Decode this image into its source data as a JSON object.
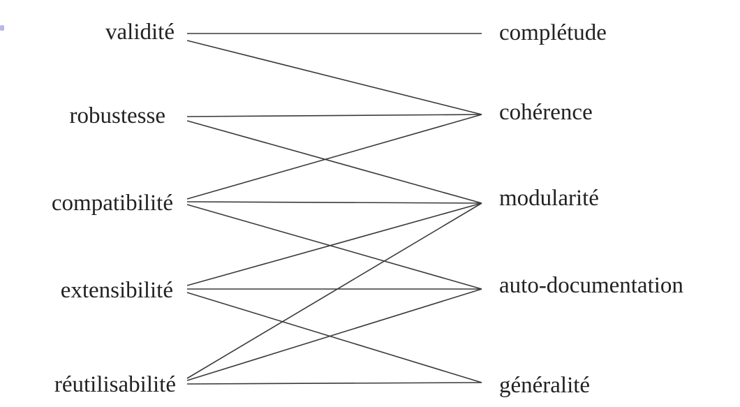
{
  "diagram": {
    "left_nodes": [
      {
        "id": "validite",
        "label": "validité"
      },
      {
        "id": "robustesse",
        "label": "robustesse"
      },
      {
        "id": "compatibilite",
        "label": "compatibilité"
      },
      {
        "id": "extensibilite",
        "label": "extensibilité"
      },
      {
        "id": "reutilisabilite",
        "label": "réutilisabilité"
      }
    ],
    "right_nodes": [
      {
        "id": "completude",
        "label": "complétude"
      },
      {
        "id": "coherence",
        "label": "cohérence"
      },
      {
        "id": "modularite",
        "label": "modularité"
      },
      {
        "id": "autodoc",
        "label": "auto-documentation"
      },
      {
        "id": "generalite",
        "label": "généralité"
      }
    ],
    "edges": [
      {
        "from": "validite",
        "to": "completude"
      },
      {
        "from": "validite",
        "to": "coherence"
      },
      {
        "from": "robustesse",
        "to": "coherence"
      },
      {
        "from": "robustesse",
        "to": "modularite"
      },
      {
        "from": "compatibilite",
        "to": "coherence"
      },
      {
        "from": "compatibilite",
        "to": "modularite"
      },
      {
        "from": "compatibilite",
        "to": "autodoc"
      },
      {
        "from": "extensibilite",
        "to": "modularite"
      },
      {
        "from": "extensibilite",
        "to": "autodoc"
      },
      {
        "from": "extensibilite",
        "to": "generalite"
      },
      {
        "from": "reutilisabilite",
        "to": "modularite"
      },
      {
        "from": "reutilisabilite",
        "to": "autodoc"
      },
      {
        "from": "reutilisabilite",
        "to": "generalite"
      }
    ],
    "line_color": "#3a3a3a",
    "text_color": "#222222"
  }
}
